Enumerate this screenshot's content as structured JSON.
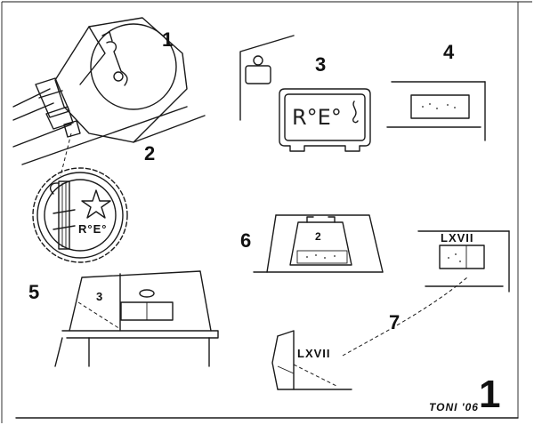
{
  "callouts": {
    "n1": "1",
    "n2": "2",
    "n3": "3",
    "n4": "4",
    "n5": "5",
    "n6": "6",
    "n7": "7",
    "n3_small": "3",
    "n2_small": "2"
  },
  "plates": {
    "registration": "R°E°",
    "seal": "R°E°",
    "unit_upper": "LXVII",
    "unit_lower": "LXVII"
  },
  "footer": {
    "signature": "TONI '06",
    "sheet_number": "1"
  }
}
